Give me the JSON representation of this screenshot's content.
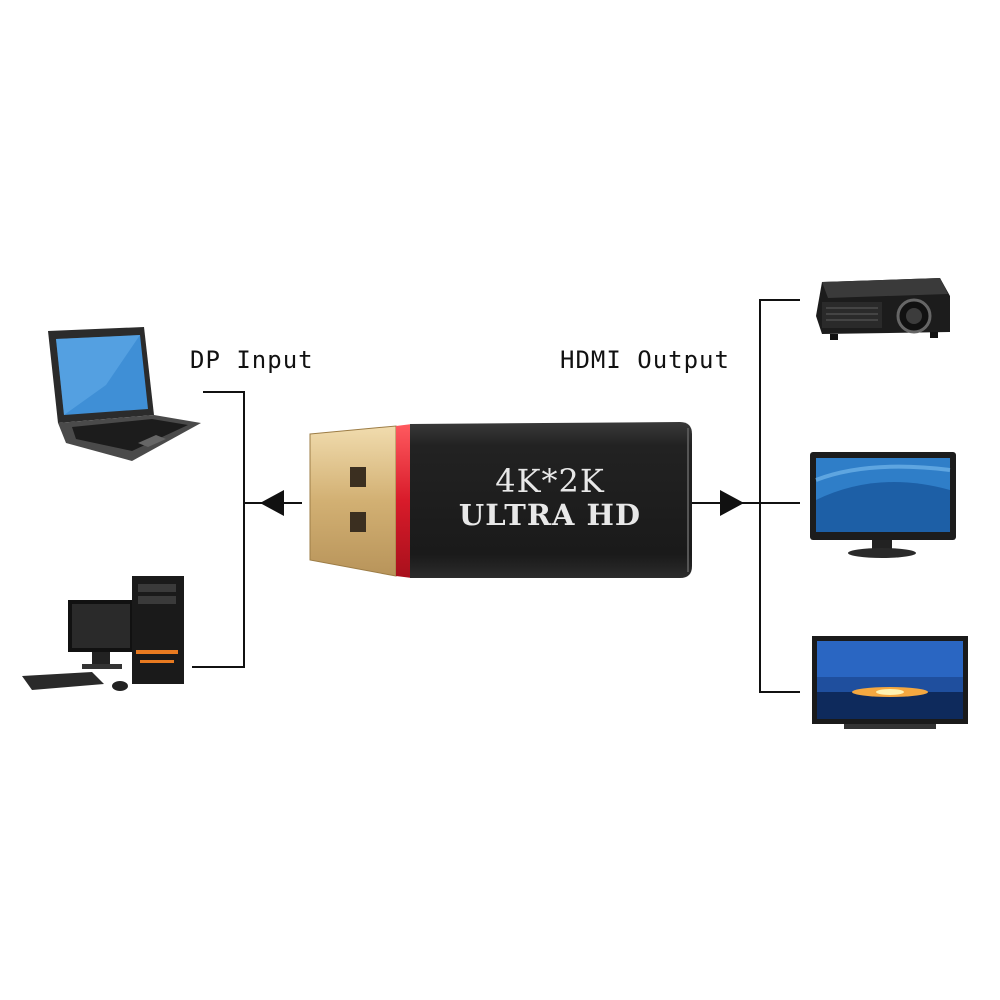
{
  "labels": {
    "input": "DP Input",
    "output": "HDMI Output"
  },
  "adapter": {
    "line1": "4K*2K",
    "line2": "ULTRA HD"
  },
  "colors": {
    "adapter_body": "#1f1f1f",
    "adapter_ring": "#e0202e",
    "connector_gold": "#d8b878",
    "line": "#111111"
  },
  "devices": {
    "inputs": [
      "laptop-icon",
      "desktop-pc-icon"
    ],
    "outputs": [
      "projector-icon",
      "monitor-icon",
      "tv-icon"
    ]
  }
}
